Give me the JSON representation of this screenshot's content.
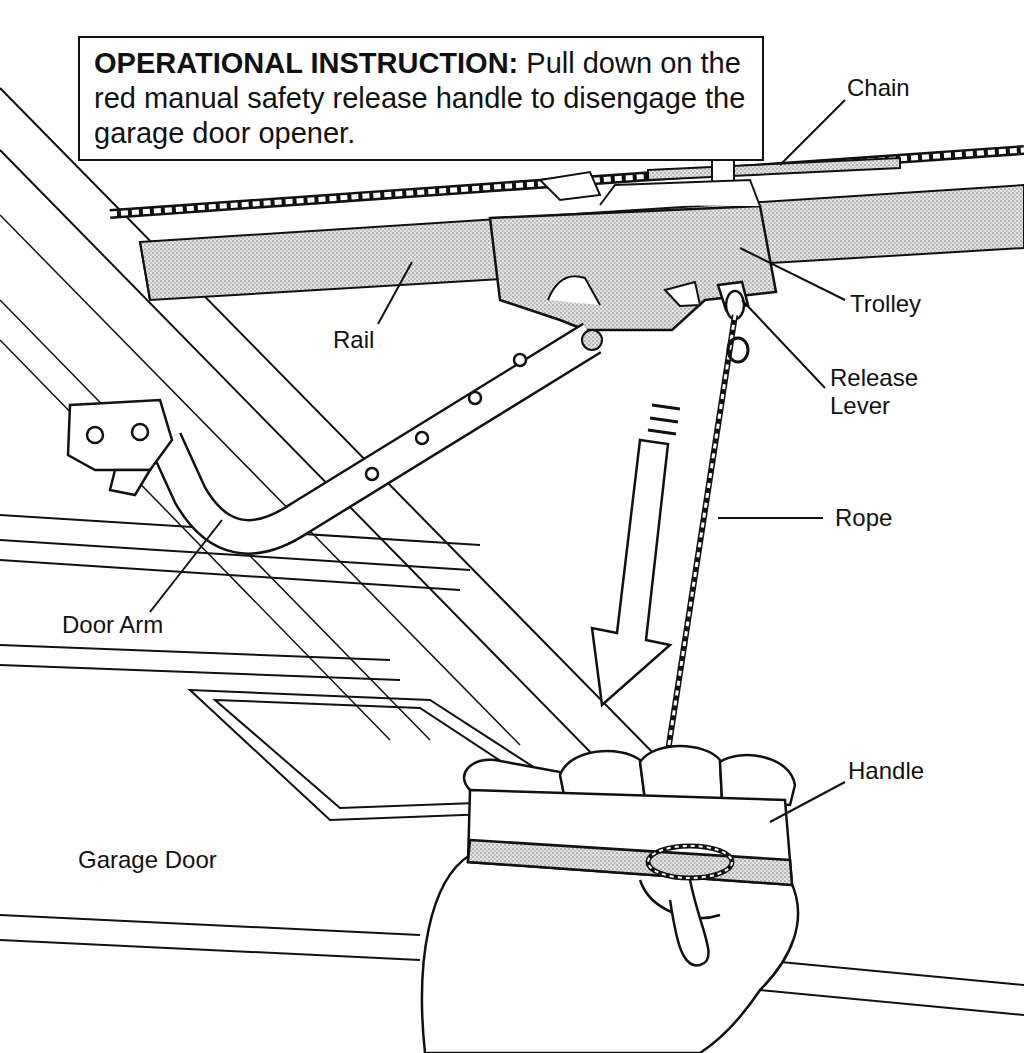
{
  "diagram": {
    "nodes": [
      {
        "text": [
          "OPERATIONAL INSTRUCTION:",
          "Pull down on the red manual safety release handle to disengage the garage door opener."
        ]
      }
    ],
    "labels": [
      "Chain",
      "Trolley",
      "Release Lever",
      "Rope",
      "Handle",
      "Rail",
      "Door Arm",
      "Garage Door"
    ]
  }
}
